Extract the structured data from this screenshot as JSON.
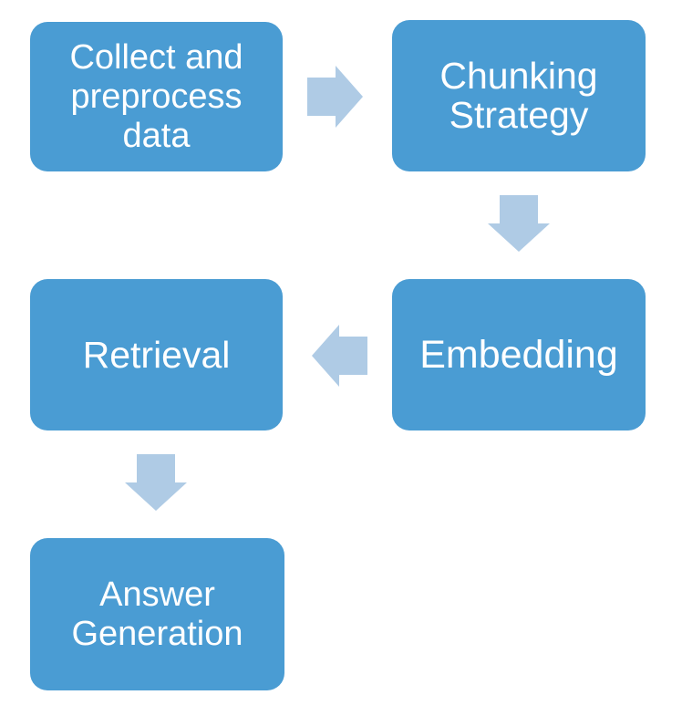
{
  "diagram": {
    "colors": {
      "node_fill": "#4A9CD3",
      "node_text": "#FFFFFF",
      "arrow_fill": "#AFCBE5",
      "background": "#FFFFFF"
    },
    "nodes": [
      {
        "id": "collect",
        "label": "Collect and preprocess data"
      },
      {
        "id": "chunking",
        "label": "Chunking Strategy"
      },
      {
        "id": "embedding",
        "label": "Embedding"
      },
      {
        "id": "retrieval",
        "label": "Retrieval"
      },
      {
        "id": "answer",
        "label": "Answer Generation"
      }
    ],
    "flow": [
      {
        "from": "Collect and preprocess data",
        "to": "Chunking Strategy",
        "direction": "right"
      },
      {
        "from": "Chunking Strategy",
        "to": "Embedding",
        "direction": "down"
      },
      {
        "from": "Embedding",
        "to": "Retrieval",
        "direction": "left"
      },
      {
        "from": "Retrieval",
        "to": "Answer Generation",
        "direction": "down"
      }
    ]
  }
}
